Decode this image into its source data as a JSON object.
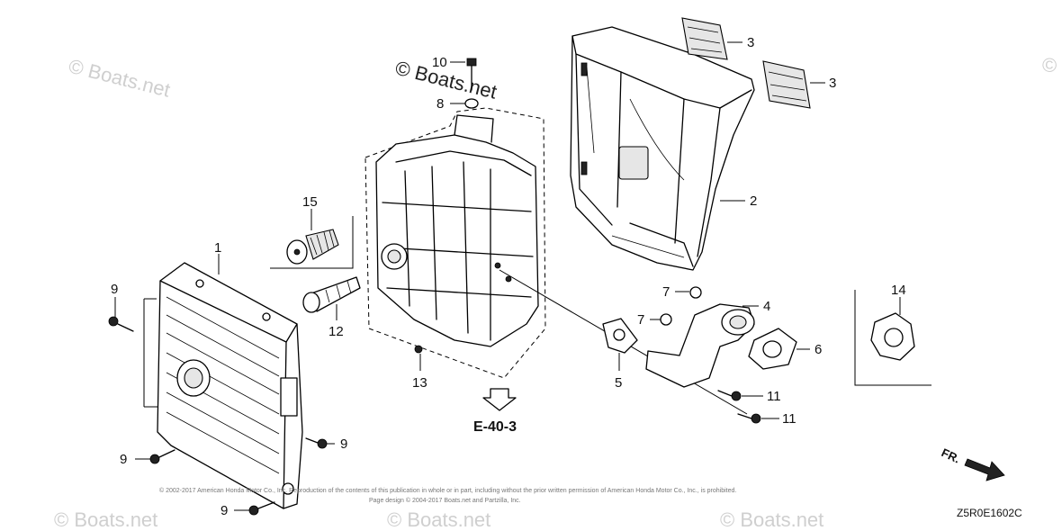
{
  "watermark": {
    "main_text": "© Boats.net",
    "corner_text": "© Boats.net"
  },
  "callouts": {
    "c1": "1",
    "c2": "2",
    "c3a": "3",
    "c3b": "3",
    "c4": "4",
    "c5": "5",
    "c6": "6",
    "c7a": "7",
    "c7b": "7",
    "c8": "8",
    "c9a": "9",
    "c9b": "9",
    "c9c": "9",
    "c9d": "9",
    "c10": "10",
    "c11a": "11",
    "c11b": "11",
    "c12": "12",
    "c13": "13",
    "c14": "14",
    "c15": "15"
  },
  "reference": "E-40-3",
  "direction_label": "FR.",
  "diagram_code": "Z5R0E1602C",
  "copyright_line1": "© 2002-2017 American Honda Motor Co., Inc. Reproduction of the contents of this publication in whole or in part, including without the prior written permission of American Honda Motor Co., Inc., is prohibited.",
  "copyright_line2": "Page design © 2004-2017 Boats.net and Partzilla, Inc."
}
